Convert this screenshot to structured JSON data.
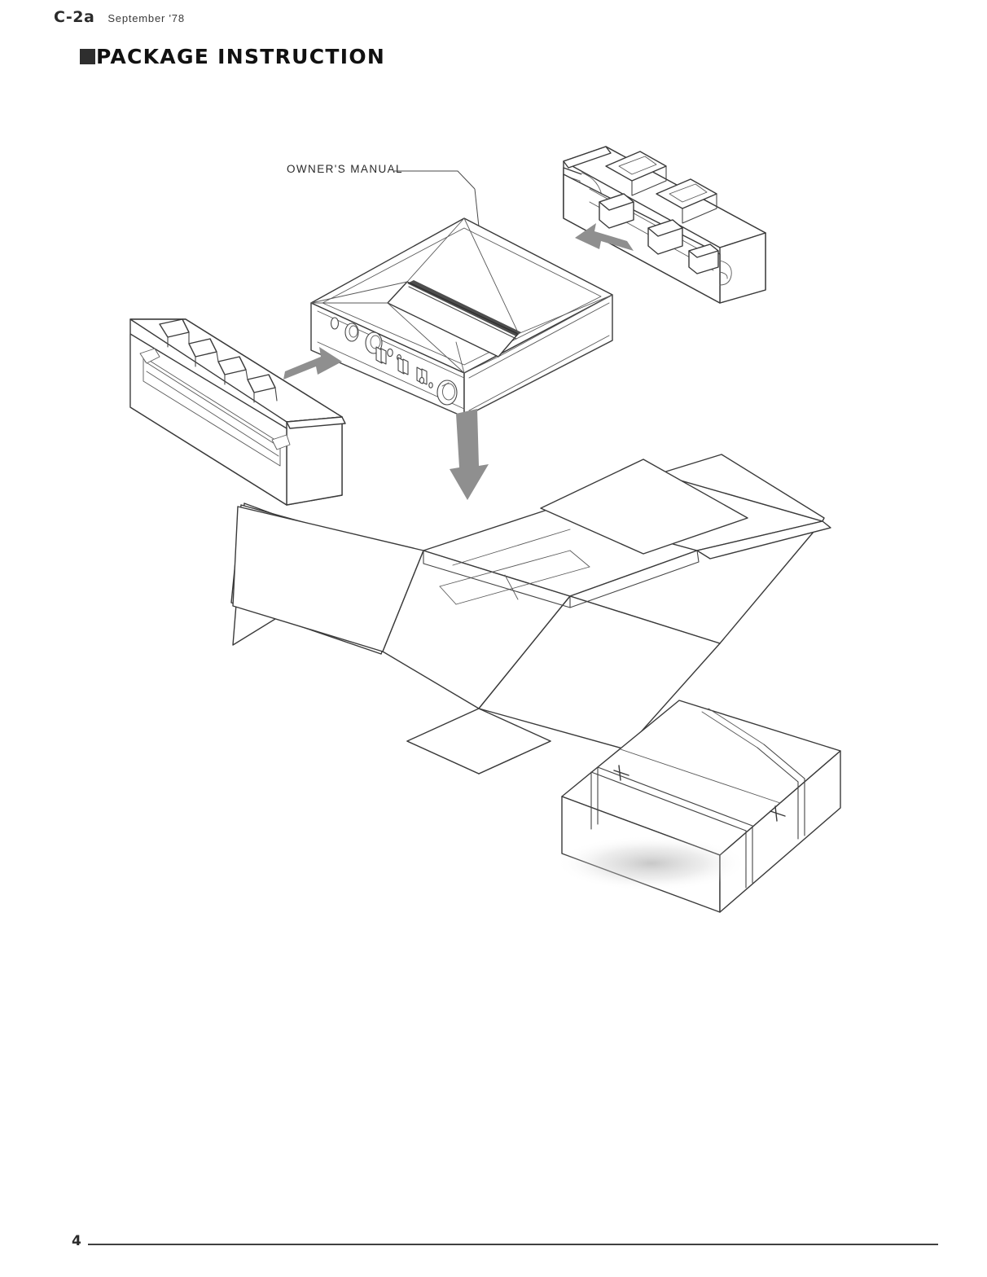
{
  "header": {
    "model_code": "C-2a",
    "issue_date": "September '78"
  },
  "section": {
    "bullet": "filled-square-bullet",
    "title": "PACKAGE INSTRUCTION"
  },
  "callouts": [
    {
      "label": "OWNER'S MANUAL",
      "target": "manual-on-unit"
    }
  ],
  "diagram": {
    "title": "Exploded packing diagram",
    "parts": [
      {
        "name": "owners-manual",
        "description": "Owner's manual in polybag resting on top of the unit"
      },
      {
        "name": "main-unit",
        "description": "C-2a control amplifier shown in isometric view with front-panel knobs and switches"
      },
      {
        "name": "foam-cushion-left",
        "description": "Molded foam end cushion, slides onto the left end of the unit"
      },
      {
        "name": "foam-cushion-right",
        "description": "Molded foam end cushion, slides onto the right end of the unit"
      },
      {
        "name": "carton-open",
        "description": "Open shipping carton with four outer flaps spread flat"
      },
      {
        "name": "carton-sealed",
        "description": "Sealed and banded shipping carton, finished package"
      }
    ],
    "arrows": [
      {
        "name": "arrow-left-foam",
        "direction": "right",
        "meaning": "fit left foam cushion onto unit"
      },
      {
        "name": "arrow-right-foam",
        "direction": "left",
        "meaning": "fit right foam cushion onto unit"
      },
      {
        "name": "arrow-insert-carton",
        "direction": "down",
        "meaning": "lower the cushioned unit into the carton"
      }
    ],
    "sealed_carton": {
      "band_count": 2,
      "description": "Two banding straps around the closed carton"
    }
  },
  "footer": {
    "page_number": "4"
  },
  "colors": {
    "ink": "#1a1a1a",
    "line": "#3a3a3a",
    "arrow_fill": "#8a8a8a",
    "bullet": "#2e2e2e",
    "paper": "#ffffff"
  }
}
